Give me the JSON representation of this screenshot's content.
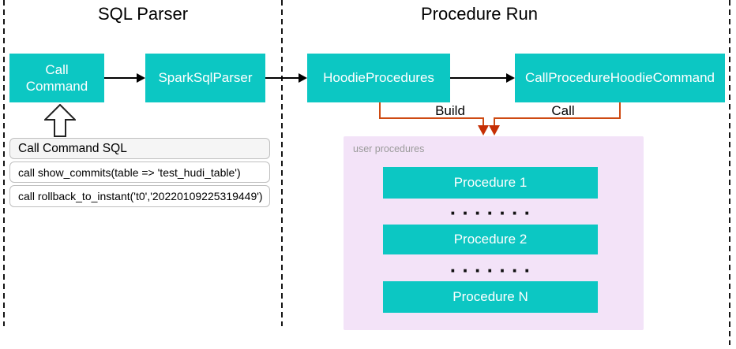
{
  "titles": {
    "sql_parser": "SQL Parser",
    "procedure_run": "Procedure Run"
  },
  "nodes": {
    "call_command": "Call Command",
    "spark_sql_parser": "SparkSqlParser",
    "hoodie_procedures": "HoodieProcedures",
    "call_procedure_hoodie_command": "CallProcedureHoodieCommand"
  },
  "sql_panel": {
    "header": "Call Command SQL",
    "rows": [
      "call show_commits(table => 'test_hudi_table')",
      "call rollback_to_instant('t0','20220109225319449')"
    ]
  },
  "edge_labels": {
    "build": "Build",
    "call": "Call"
  },
  "user_procedures": {
    "label": "user procedures",
    "items": [
      "Procedure 1",
      "Procedure 2",
      "Procedure N"
    ],
    "dots": "·······"
  },
  "colors": {
    "teal": "#0CC7C3",
    "pink_panel": "#F3E3F8",
    "connector_orange": "#CE4A12",
    "connector_arrow": "#C62F05",
    "panel_border": "#BFBFBF",
    "panel_header_bg": "#F5F5F5",
    "muted_text": "#9B9B9B"
  }
}
